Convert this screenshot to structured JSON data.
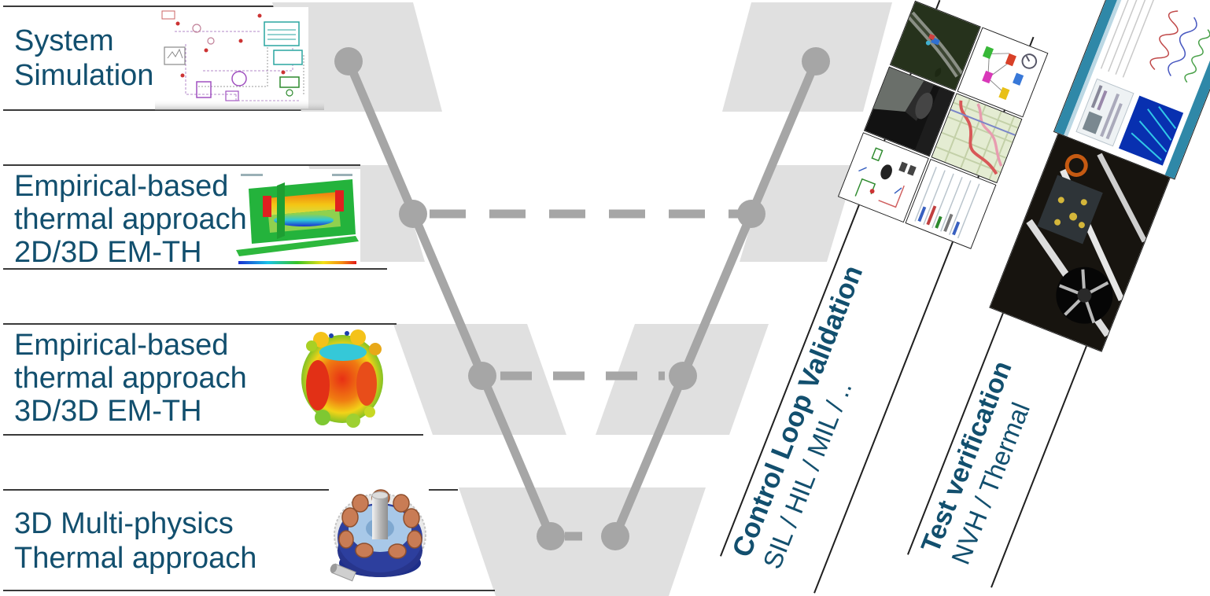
{
  "colors": {
    "accent_text": "#124F6E",
    "shape_gray": "#E0E0E0",
    "line_gray": "#A6A6A6",
    "bar_border": "#3A3A3A",
    "strip_border": "#1F1F1F"
  },
  "panels": [
    {
      "lines": [
        "System",
        "Simulation"
      ]
    },
    {
      "lines": [
        "Empirical-based",
        "thermal approach",
        "2D/3D EM-TH"
      ]
    },
    {
      "lines": [
        "Empirical-based",
        "thermal approach",
        "3D/3D EM-TH"
      ]
    },
    {
      "lines": [
        "3D Multi-physics",
        "Thermal approach"
      ]
    }
  ],
  "strips": [
    {
      "title": "Control Loop Validation",
      "subtitle": "SIL / HIL / MIL / .."
    },
    {
      "title": "Test verification",
      "subtitle": "NVH / Thermal"
    }
  ],
  "images": {
    "panel_1": "system-simulation-schematic",
    "panel_2": "2d-3d-thermal-simulation-render",
    "panel_3": "3d-3d-thermal-simulation-render",
    "panel_4": "3d-multiphysics-motor-render",
    "strip_1_tiles": [
      "plant-schematic-screenshot",
      "vehicle-interior-photo",
      "driving-scenario-screenshot",
      "signal-table-screenshot",
      "route-map-screenshot",
      "control-block-diagram-screenshot"
    ],
    "strip_2_tiles": [
      "test-bench-photo",
      "nvh-analysis-software-screenshot"
    ]
  }
}
